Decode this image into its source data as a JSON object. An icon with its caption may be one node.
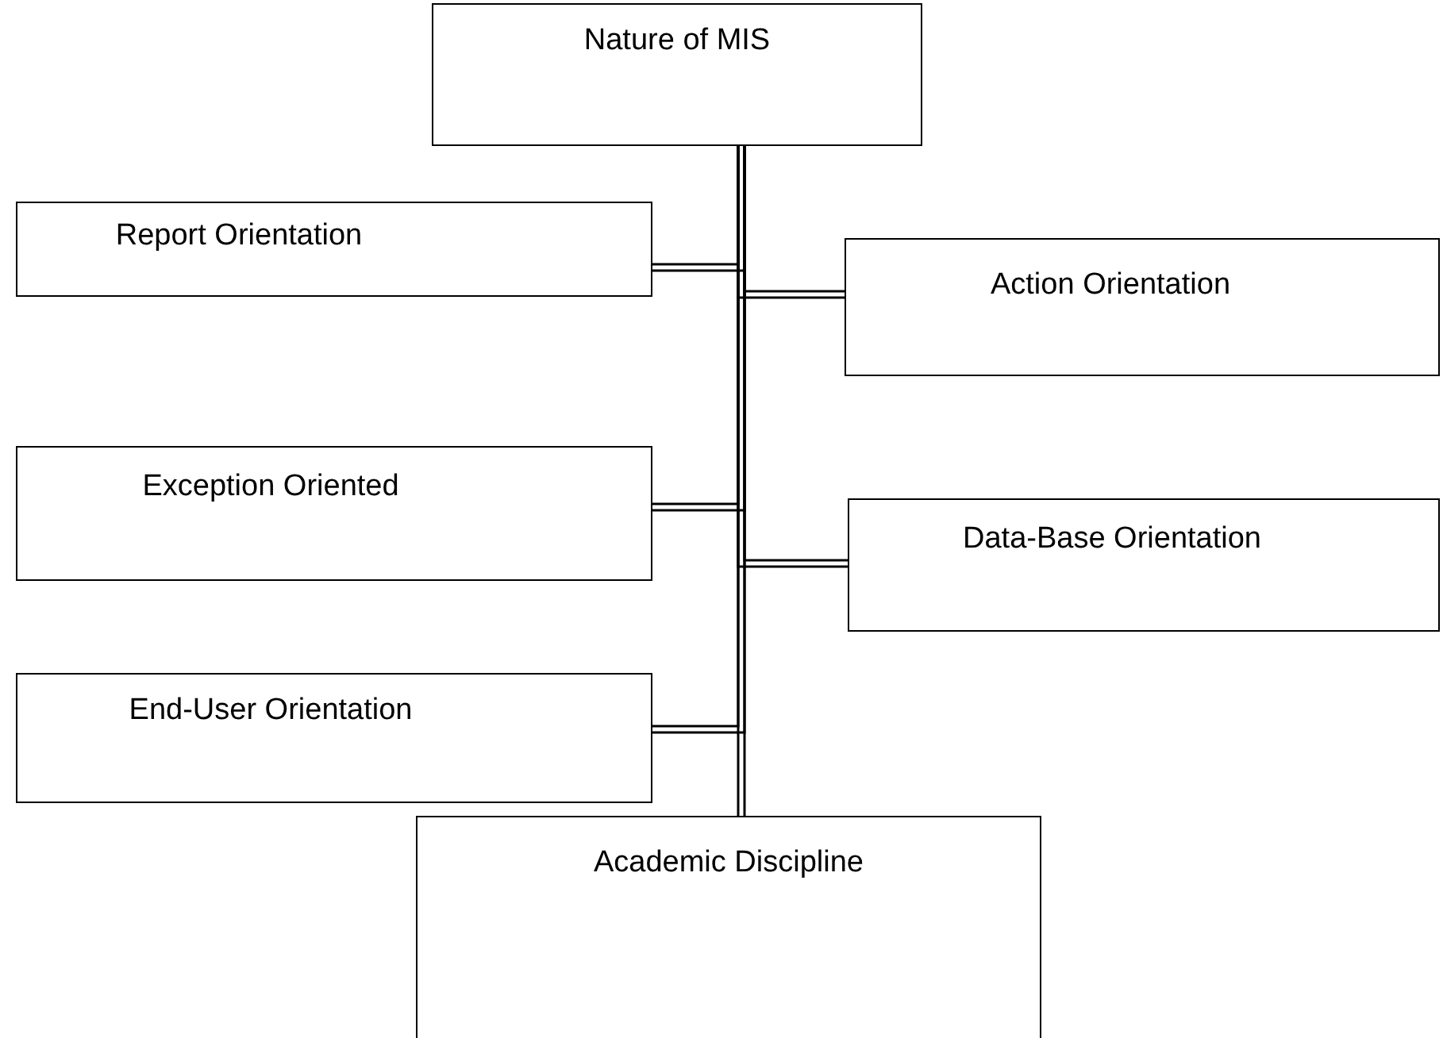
{
  "diagram": {
    "nodes": [
      {
        "text": [
          "Nature of MIS"
        ]
      },
      {
        "text": [
          "Report Orientation"
        ]
      },
      {
        "text": [
          "Action Orientation"
        ]
      },
      {
        "text": [
          "Exception Oriented"
        ]
      },
      {
        "text": [
          "Data-Base Orientation"
        ]
      },
      {
        "text": [
          "End-User Orientation"
        ]
      },
      {
        "text": [
          "Academic Discipline"
        ]
      }
    ],
    "edges": [
      {
        "from": 0,
        "to": 1,
        "arrow": "none"
      },
      {
        "from": 0,
        "to": 2,
        "arrow": "none"
      },
      {
        "from": 0,
        "to": 3,
        "arrow": "none"
      },
      {
        "from": 0,
        "to": 4,
        "arrow": "none"
      },
      {
        "from": 0,
        "to": 5,
        "arrow": "none"
      },
      {
        "from": 0,
        "to": 6,
        "arrow": "none"
      }
    ]
  }
}
